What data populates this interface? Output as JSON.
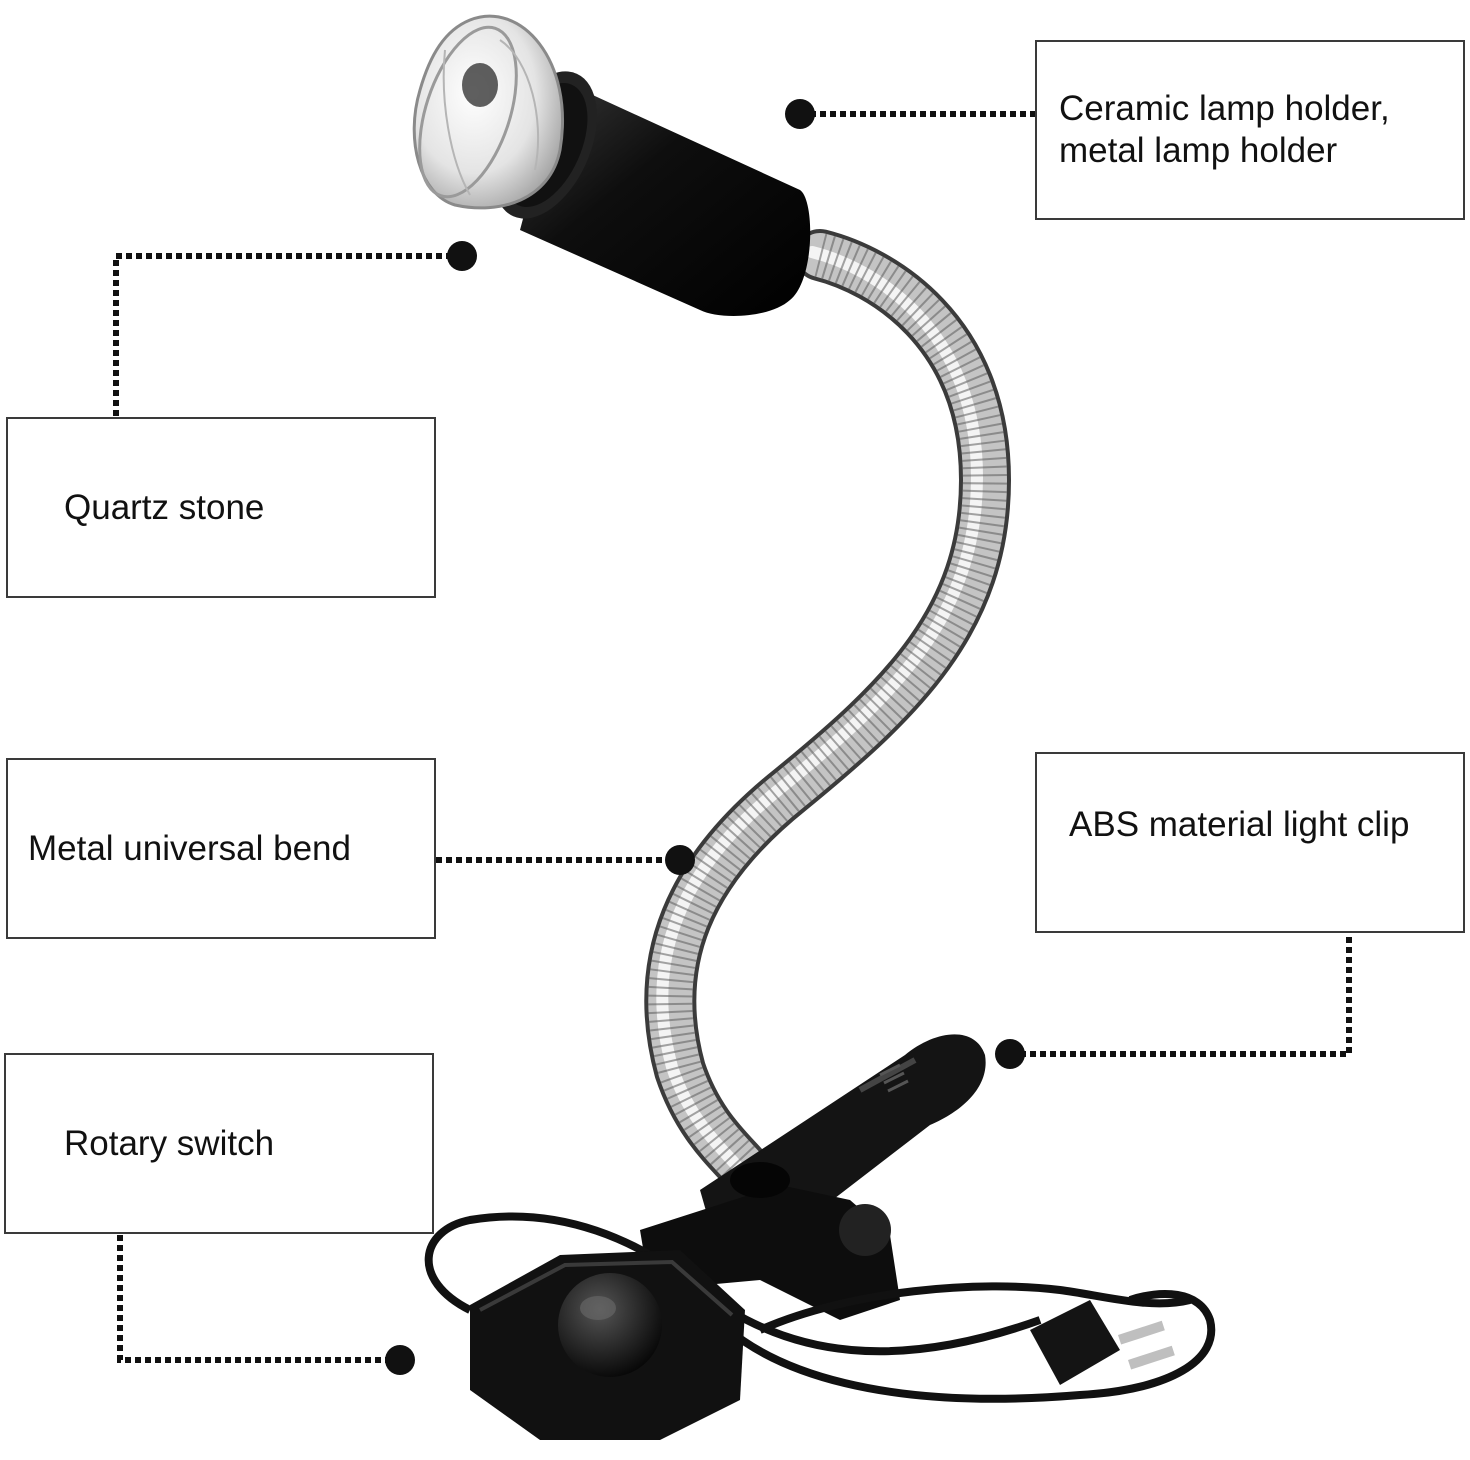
{
  "labels": {
    "ceramic_holder": "Ceramic lamp holder,\nmetal lamp holder",
    "quartz_stone": "Quartz stone",
    "metal_bend": "Metal universal bend",
    "abs_clip": "ABS material light clip",
    "rotary_switch": "Rotary switch"
  },
  "colors": {
    "background": "#ffffff",
    "box_border": "#3a3a3a",
    "leader": "#111111",
    "lamp_black": "#141414",
    "gooseneck_silver": "#b8b8b8"
  },
  "icons": [
    "lamp-bulb",
    "lamp-holder",
    "gooseneck",
    "clip",
    "rotary-switch",
    "power-plug",
    "power-cord"
  ]
}
